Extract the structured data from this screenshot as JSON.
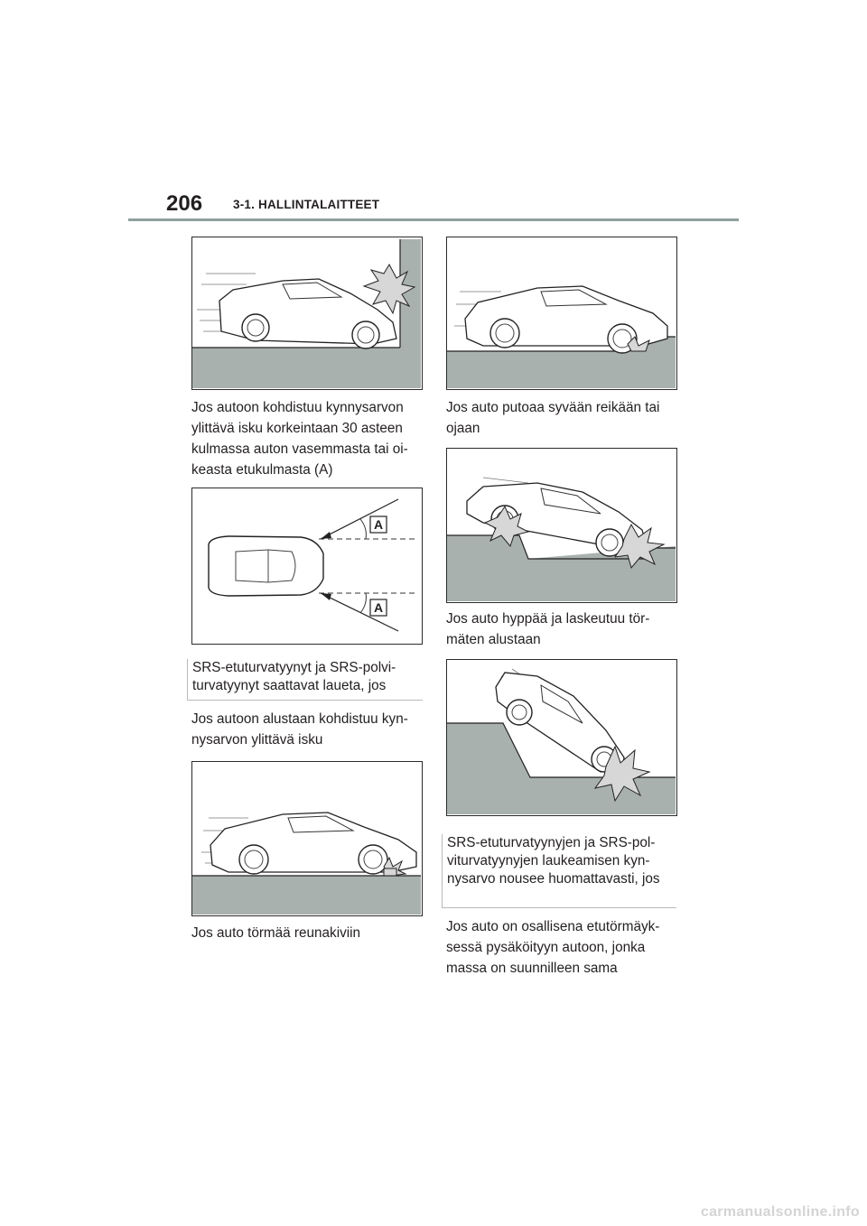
{
  "header": {
    "page_number": "206",
    "section_title": "3-1. HALLINTALAITTEET"
  },
  "left_column": {
    "caption_1": "Jos autoon kohdistuu kynnysarvon ylittävä isku korkeintaan 30 asteen kulmassa auton vasemmasta tai oi-keasta etukulmasta (A)",
    "diagram_label_top": "A",
    "diagram_label_bottom": "A",
    "callout": "SRS-etuturvatyynyt ja SRS-polvi-turvatyynyt saattavat laueta, jos",
    "caption_2": "Jos autoon alustaan kohdistuu kyn-nysarvon ylittävä isku",
    "caption_3": "Jos auto törmää reunakiviin"
  },
  "right_column": {
    "caption_1": "Jos auto putoaa syvään reikään tai ojaan",
    "caption_2": "Jos auto hyppää ja laskeutuu tör-mäten alustaan",
    "callout": "SRS-etuturvatyynyjen ja SRS-pol-viturvatyynyjen laukeamisen kyn-nysarvo nousee huomattavasti, jos",
    "caption_3": "Jos auto on osallisena etutörmäyk-sessä pysäköityyn autoon, jonka massa on suunnilleen sama"
  },
  "footer": {
    "watermark": "carmanualsonline.info"
  },
  "colors": {
    "ground_gray": "#a9b1af",
    "header_rule": "#8fa09d"
  }
}
